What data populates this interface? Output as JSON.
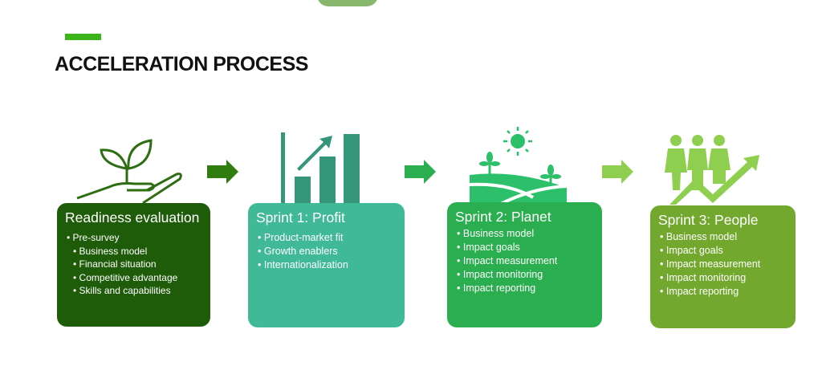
{
  "title": "ACCELERATION PROCESS",
  "colors": {
    "accent": "#3bb51a",
    "box1": "#1f5c0a",
    "box2": "#40b996",
    "box3": "#2aae4f",
    "box4": "#72a82e"
  },
  "stages": [
    {
      "heading": "Readiness evaluation",
      "items": [
        "Pre-survey",
        "Business model",
        "Financial situation",
        "Competitive advantage",
        "Skills and capabilities"
      ],
      "icon": "hand-plant-icon"
    },
    {
      "heading": "Sprint 1: Profit",
      "items": [
        "Product-market fit",
        "Growth enablers",
        "Internationalization"
      ],
      "icon": "bar-chart-growth-icon"
    },
    {
      "heading": "Sprint 2: Planet",
      "items": [
        "Business model",
        "Impact goals",
        "Impact measurement",
        "Impact monitoring",
        "Impact reporting"
      ],
      "icon": "field-sun-icon"
    },
    {
      "heading": "Sprint 3: People",
      "items": [
        "Business model",
        "Impact goals",
        "Impact measurement",
        "Impact monitoring",
        "Impact reporting"
      ],
      "icon": "people-growth-icon"
    }
  ]
}
